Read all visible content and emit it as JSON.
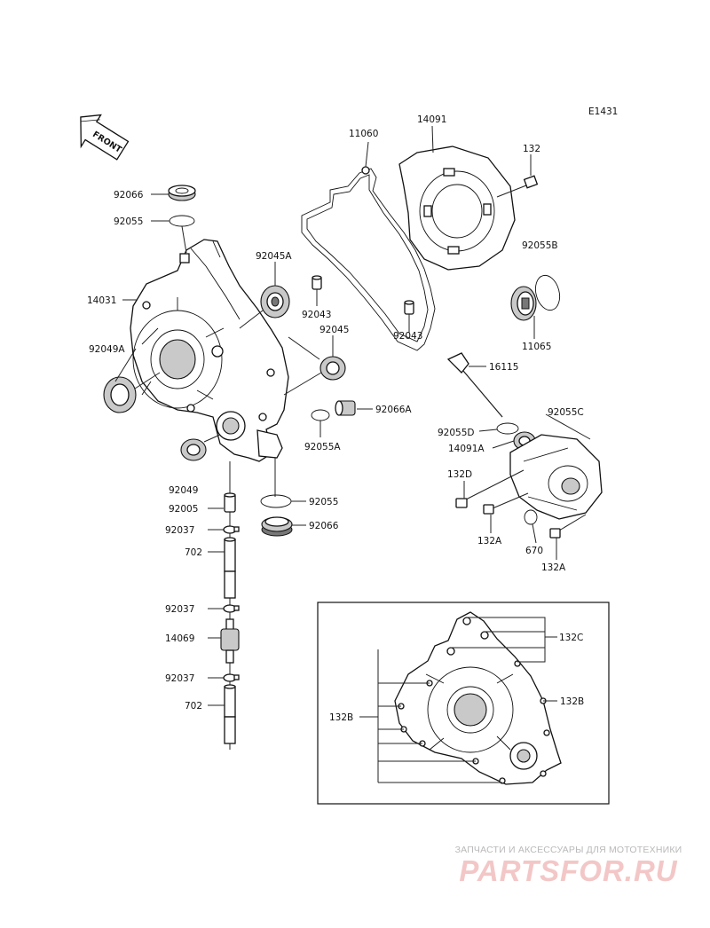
{
  "diagram": {
    "code": "E1431",
    "front_label": "FRONT",
    "labels": {
      "l92066_top": "92066",
      "l92055_top": "92055",
      "l14031": "14031",
      "l92049A": "92049A",
      "l92045A": "92045A",
      "l92043_a": "92043",
      "l92045": "92045",
      "l92066A": "92066A",
      "l92055A": "92055A",
      "l11060": "11060",
      "l14091": "14091",
      "l132_top": "132",
      "l92055B": "92055B",
      "l11065": "11065",
      "l92043_b": "92043",
      "l16115": "16115",
      "l92055C": "92055C",
      "l92055D": "92055D",
      "l14091A": "14091A",
      "l132D": "132D",
      "l132A_a": "132A",
      "l670": "670",
      "l132A_b": "132A",
      "l92049": "92049",
      "l92005": "92005",
      "l92055_mid": "92055",
      "l92066_mid": "92066",
      "l92037_a": "92037",
      "l702_a": "702",
      "l92037_b": "92037",
      "l14069": "14069",
      "l92037_c": "92037",
      "l702_b": "702",
      "l132C": "132C",
      "l132B_right": "132B",
      "l132B_left": "132B"
    }
  },
  "watermark": {
    "tagline": "ЗАПЧАСТИ И АКСЕССУАРЫ ДЛЯ МОТОТЕХНИКИ",
    "brand": "PARTSFOR.RU"
  }
}
